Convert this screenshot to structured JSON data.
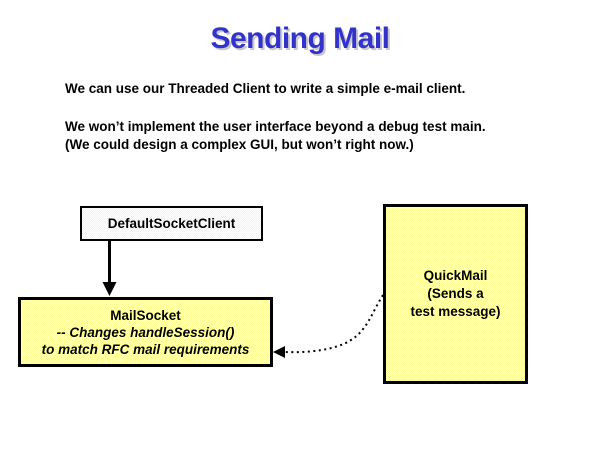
{
  "slide": {
    "title": "Sending Mail",
    "body": {
      "paragraph1": "We can use our Threaded Client to write a simple e-mail client.",
      "paragraph2_line1": "We won’t implement the user interface beyond a debug test main.",
      "paragraph2_line2": "(We could design a complex GUI, but won’t right now.)"
    }
  },
  "diagram": {
    "default_socket_client": {
      "label": "DefaultSocketClient"
    },
    "mail_socket": {
      "title": "MailSocket",
      "note_line1": "-- Changes handleSession()",
      "note_line2": "to match RFC mail requirements"
    },
    "quick_mail": {
      "line1": "QuickMail",
      "line2": "(Sends a",
      "line3": "test message)"
    },
    "connectors": [
      {
        "from": "DefaultSocketClient",
        "to": "MailSocket",
        "style": "solid-arrow-down"
      },
      {
        "from": "QuickMail",
        "to": "MailSocket",
        "style": "dotted-curved-arrow-left"
      }
    ]
  },
  "colors": {
    "background": "#FFFFFF",
    "title_text": "#3333CC",
    "title_shadow": "#C9C9C9",
    "body_text": "#000000",
    "box_border": "#000000",
    "box_fill_checker_yellow": "#FFFF99",
    "box_fill_checker_white": "#FFFFFF",
    "connector": "#000000"
  }
}
